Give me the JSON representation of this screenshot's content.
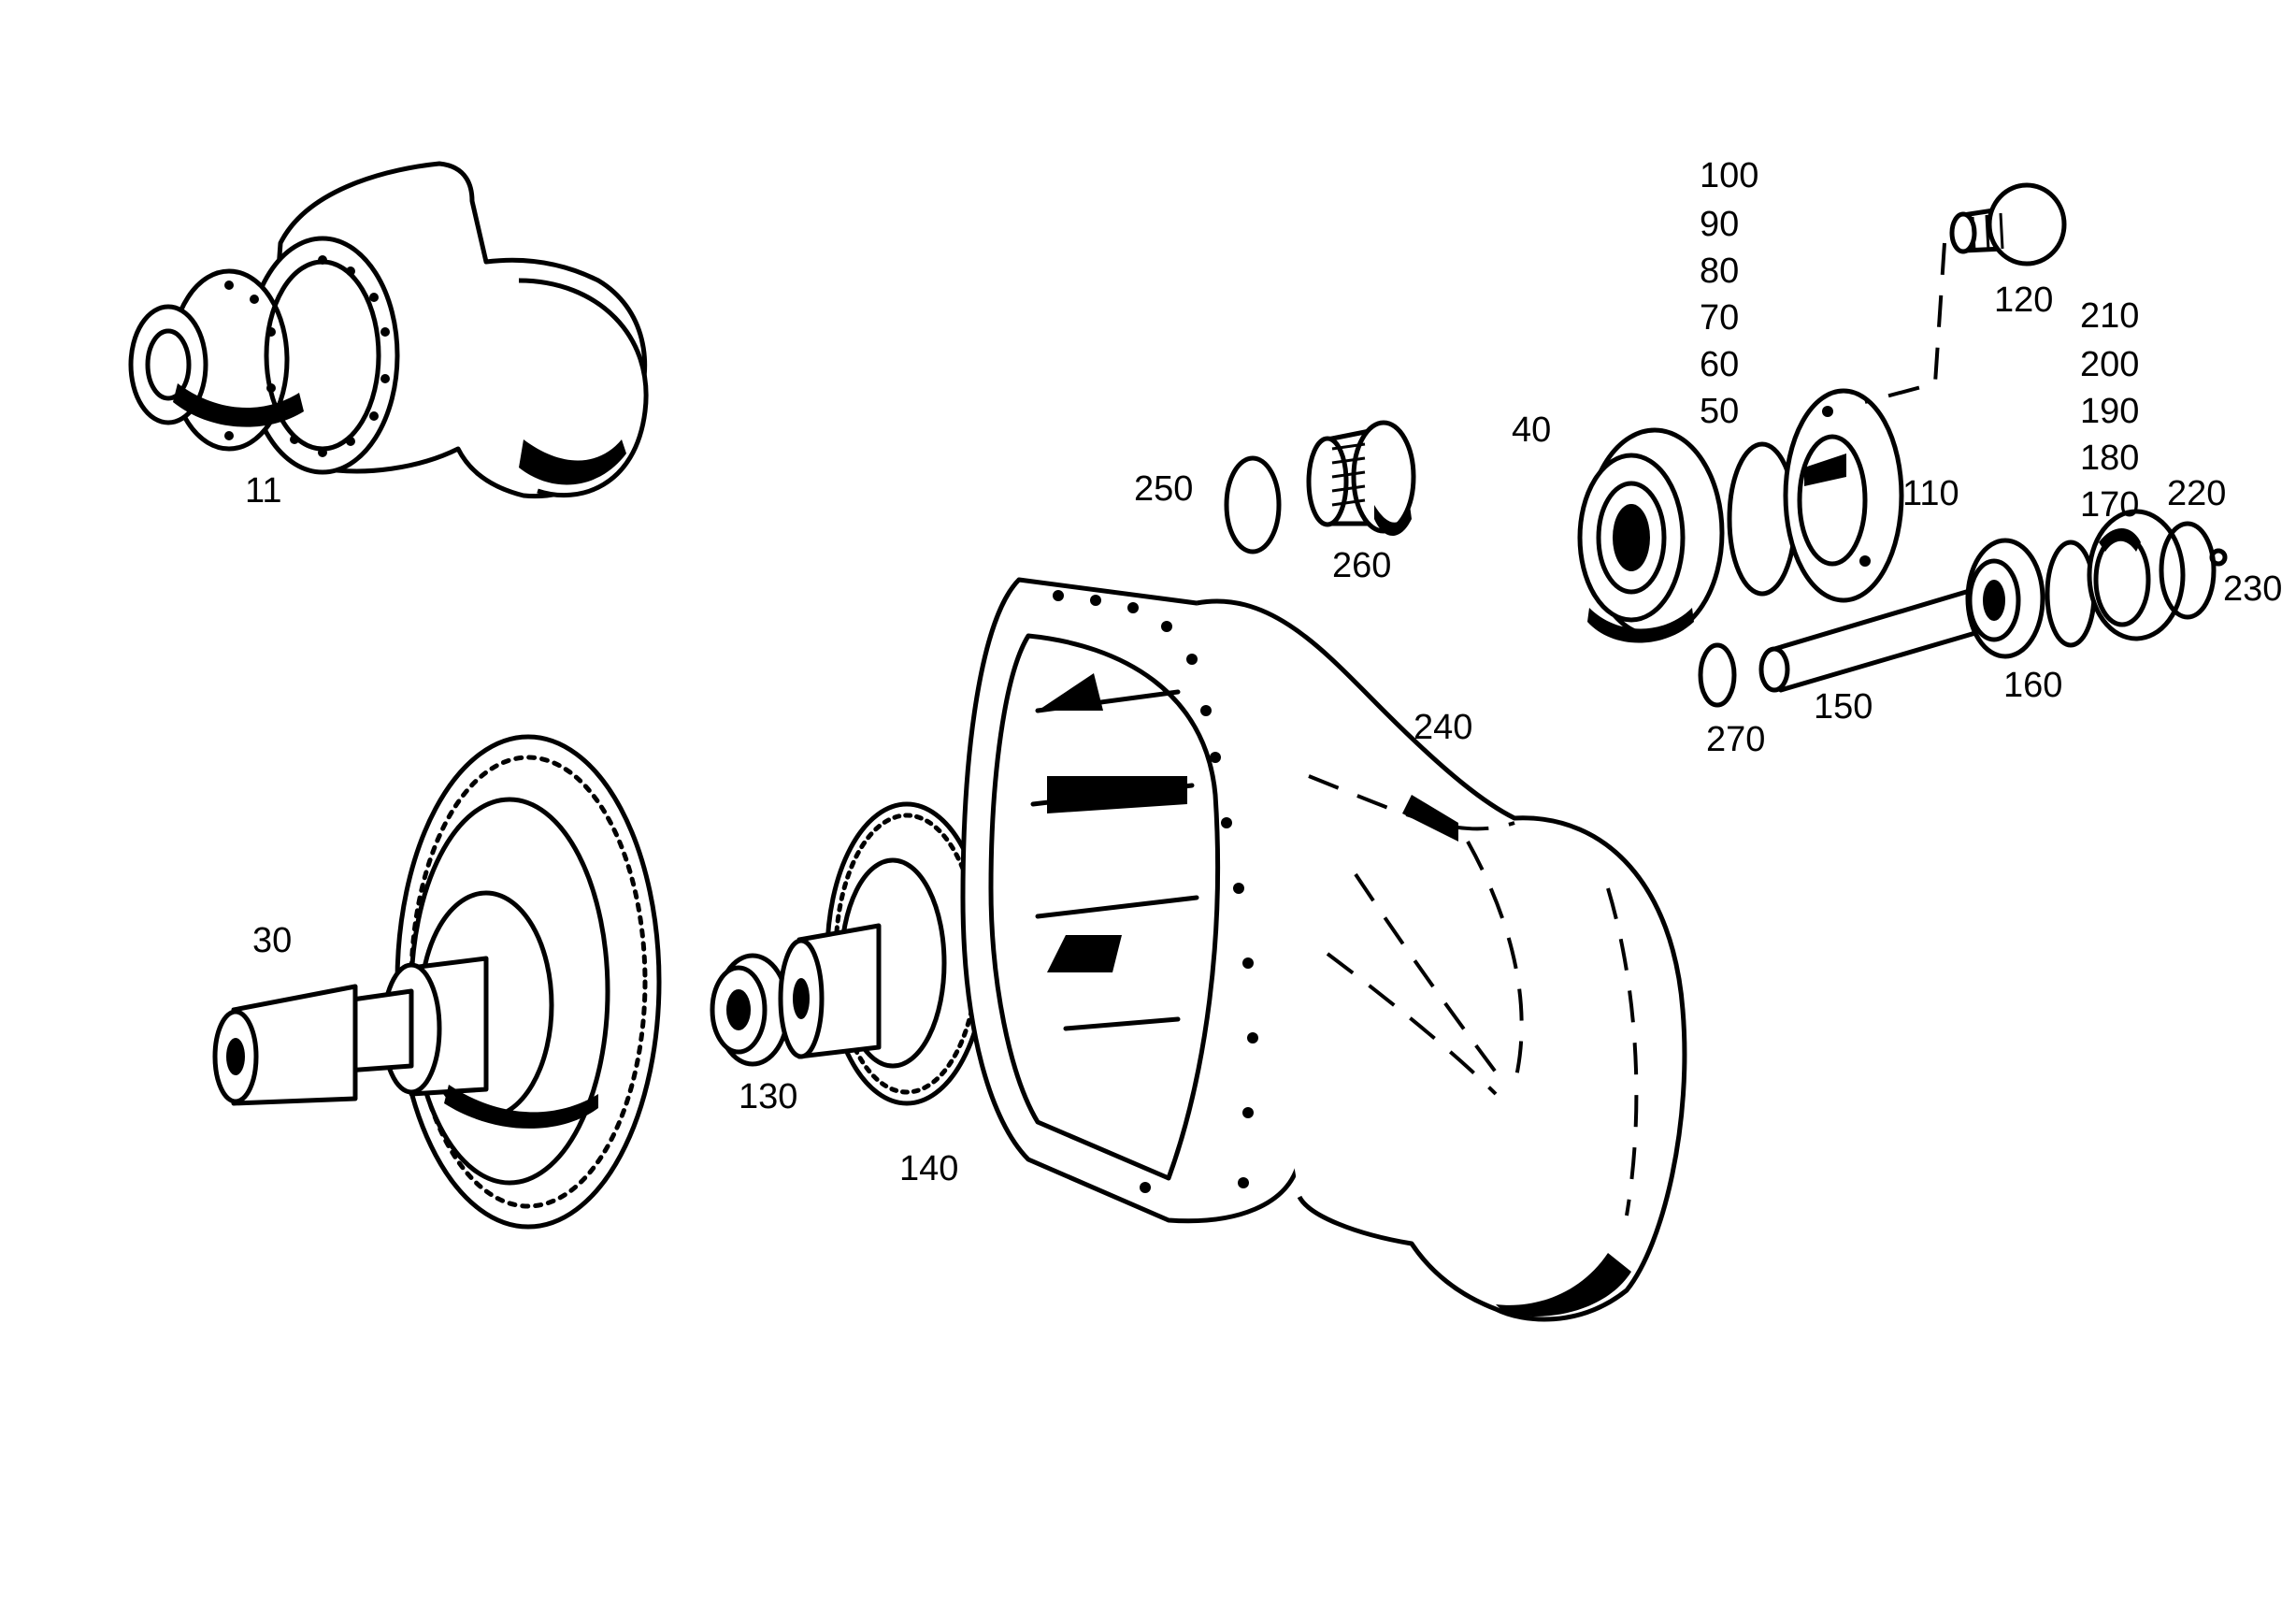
{
  "labels": {
    "l11": "11",
    "l30": "30",
    "l40": "40",
    "l50": "50",
    "l60": "60",
    "l70": "70",
    "l80": "80",
    "l90": "90",
    "l100": "100",
    "l110": "110",
    "l120": "120",
    "l130": "130",
    "l140": "140",
    "l150": "150",
    "l160": "160",
    "l170": "170",
    "l180": "180",
    "l190": "190",
    "l200": "200",
    "l210": "210",
    "l220": "220",
    "l230": "230",
    "l240": "240",
    "l250": "250",
    "l260": "260",
    "l270": "270"
  }
}
